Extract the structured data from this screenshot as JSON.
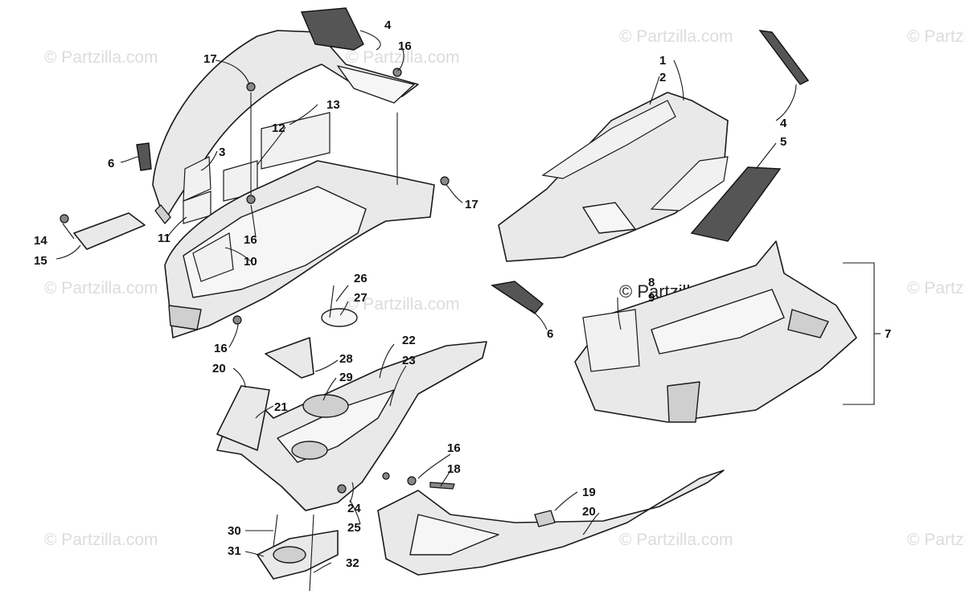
{
  "watermark": {
    "text": "© Partzilla.com"
  },
  "callouts": [
    {
      "id": "c1",
      "text": "1"
    },
    {
      "id": "c2",
      "text": "2"
    },
    {
      "id": "c3",
      "text": "3"
    },
    {
      "id": "c4a",
      "text": "4"
    },
    {
      "id": "c4b",
      "text": "4"
    },
    {
      "id": "c5",
      "text": "5"
    },
    {
      "id": "c6a",
      "text": "6"
    },
    {
      "id": "c6b",
      "text": "6"
    },
    {
      "id": "c7",
      "text": "7"
    },
    {
      "id": "c8",
      "text": "8"
    },
    {
      "id": "c9",
      "text": "9"
    },
    {
      "id": "c10",
      "text": "10"
    },
    {
      "id": "c11",
      "text": "11"
    },
    {
      "id": "c12",
      "text": "12"
    },
    {
      "id": "c13",
      "text": "13"
    },
    {
      "id": "c14",
      "text": "14"
    },
    {
      "id": "c15",
      "text": "15"
    },
    {
      "id": "c16a",
      "text": "16"
    },
    {
      "id": "c16b",
      "text": "16"
    },
    {
      "id": "c16c",
      "text": "16"
    },
    {
      "id": "c16d",
      "text": "16"
    },
    {
      "id": "c17a",
      "text": "17"
    },
    {
      "id": "c17b",
      "text": "17"
    },
    {
      "id": "c18",
      "text": "18"
    },
    {
      "id": "c19",
      "text": "19"
    },
    {
      "id": "c20a",
      "text": "20"
    },
    {
      "id": "c20b",
      "text": "20"
    },
    {
      "id": "c21",
      "text": "21"
    },
    {
      "id": "c22",
      "text": "22"
    },
    {
      "id": "c23",
      "text": "23"
    },
    {
      "id": "c24",
      "text": "24"
    },
    {
      "id": "c25",
      "text": "25"
    },
    {
      "id": "c26",
      "text": "26"
    },
    {
      "id": "c27",
      "text": "27"
    },
    {
      "id": "c28",
      "text": "28"
    },
    {
      "id": "c29",
      "text": "29"
    },
    {
      "id": "c30",
      "text": "30"
    },
    {
      "id": "c31",
      "text": "31"
    },
    {
      "id": "c32",
      "text": "32"
    }
  ]
}
